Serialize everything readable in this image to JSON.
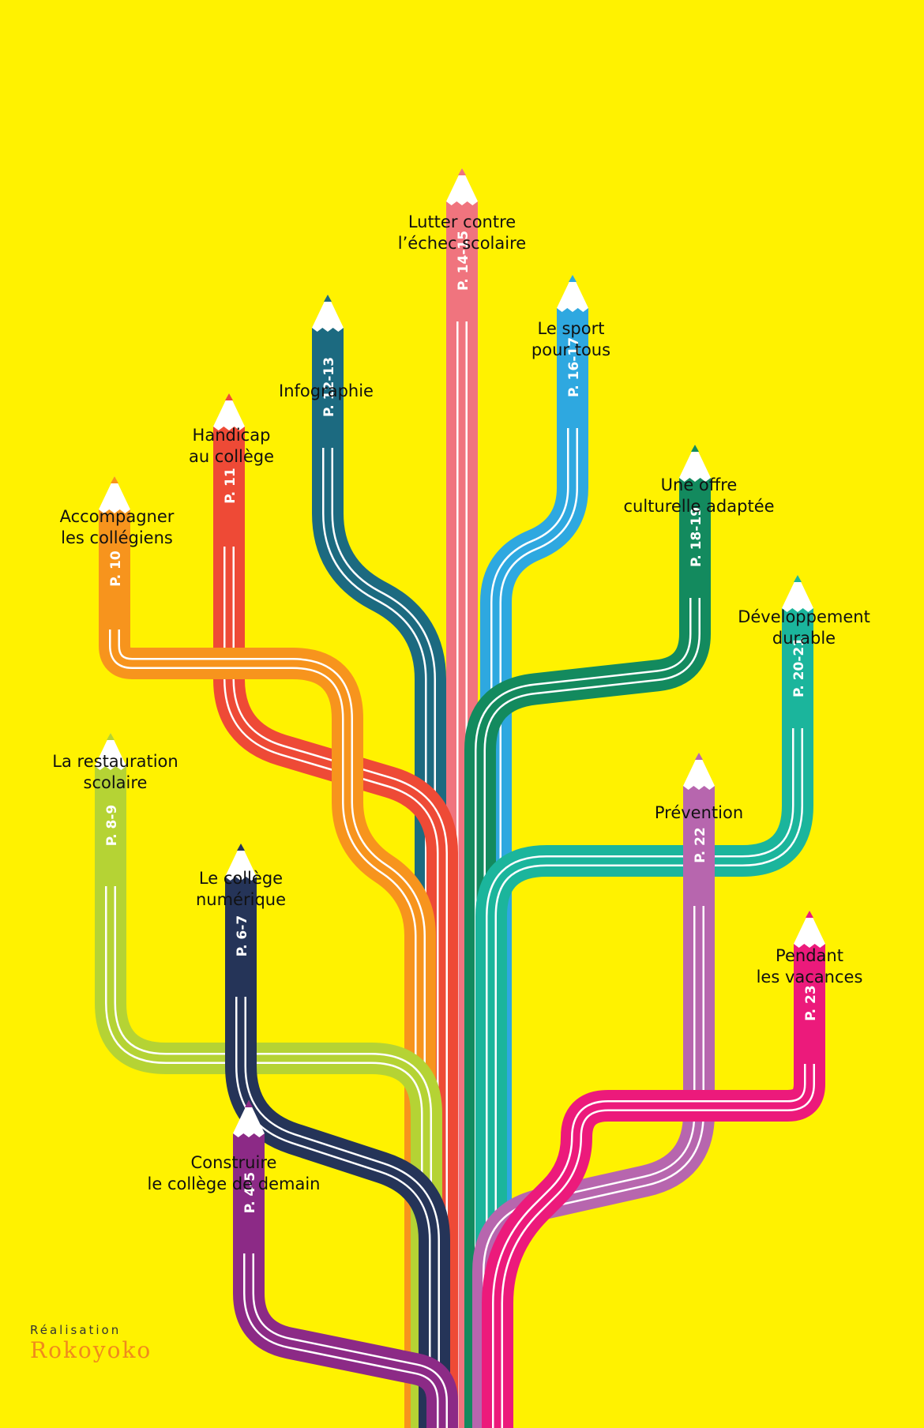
{
  "colors": {
    "background": "#fff200",
    "lane_lines": "#ffffff",
    "pencil_wood": "#ffffff",
    "text": "#111111"
  },
  "branches": [
    {
      "id": "lutter",
      "label_lines": [
        "Lutter contre",
        "l’échec scolaire"
      ],
      "page": "P. 14-15",
      "color": "#f0747e",
      "tip_color": "#f0747e"
    },
    {
      "id": "sport",
      "label_lines": [
        "Le sport",
        "pour tous"
      ],
      "page": "P. 16-17",
      "color": "#2ea8e0",
      "tip_color": "#2ea8e0"
    },
    {
      "id": "infographie",
      "label_lines": [
        "Infographie"
      ],
      "page": "P. 12-13",
      "color": "#1c6a80",
      "tip_color": "#1c6a80"
    },
    {
      "id": "handicap",
      "label_lines": [
        "Handicap",
        "au collège"
      ],
      "page": "P. 11",
      "color": "#ee4a36",
      "tip_color": "#ee4a36"
    },
    {
      "id": "culture",
      "label_lines": [
        "Une offre",
        "culturelle adaptée"
      ],
      "page": "P. 18-19",
      "color": "#138a5e",
      "tip_color": "#138a5e"
    },
    {
      "id": "accompagner",
      "label_lines": [
        "Accompagner",
        "les collégiens"
      ],
      "page": "P. 10",
      "color": "#f7941d",
      "tip_color": "#f7941d"
    },
    {
      "id": "durable",
      "label_lines": [
        "Développement",
        "durable"
      ],
      "page": "P. 20-21",
      "color": "#1bb59c",
      "tip_color": "#1bb59c"
    },
    {
      "id": "restauration",
      "label_lines": [
        "La restauration",
        "scolaire"
      ],
      "page": "P. 8-9",
      "color": "#b5d334",
      "tip_color": "#b5d334"
    },
    {
      "id": "prevention",
      "label_lines": [
        "Prévention"
      ],
      "page": "P. 22",
      "color": "#b766ae",
      "tip_color": "#b766ae"
    },
    {
      "id": "numerique",
      "label_lines": [
        "Le collège",
        "numérique"
      ],
      "page": "P. 6-7",
      "color": "#253458",
      "tip_color": "#253458"
    },
    {
      "id": "vacances",
      "label_lines": [
        "Pendant",
        "les vacances"
      ],
      "page": "P. 23",
      "color": "#ec1a7b",
      "tip_color": "#ec1a7b"
    },
    {
      "id": "construire",
      "label_lines": [
        "Construire",
        "le collège de demain"
      ],
      "page": "P. 4-5",
      "color": "#8c2a86",
      "tip_color": "#8c2a86"
    }
  ],
  "credit": {
    "caption": "Réalisation",
    "brand": "Rokoyoko"
  }
}
